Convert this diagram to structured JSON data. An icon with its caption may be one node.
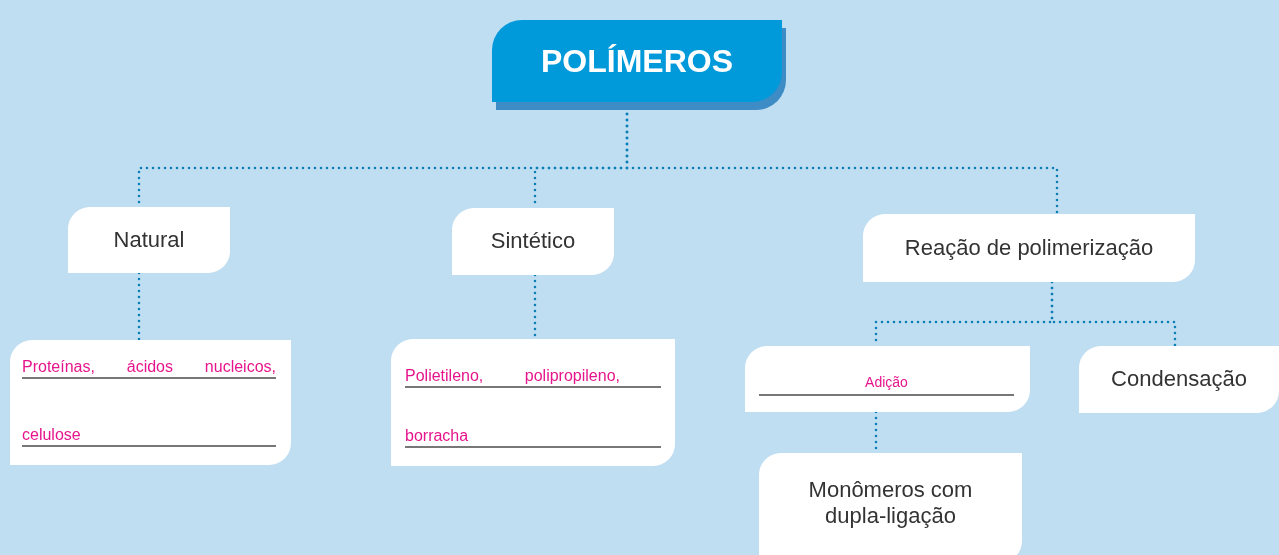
{
  "diagram": {
    "nodes": [
      {
        "text": [
          "POLÍMEROS"
        ]
      },
      {
        "text": [
          "Natural"
        ]
      },
      {
        "text": [
          "Sintético"
        ]
      },
      {
        "text": [
          "Reação de polimerização"
        ]
      },
      {
        "text": [
          "Proteínas, ácidos nucleicos, celulose"
        ]
      },
      {
        "text": [
          "Polietileno, polipropileno, borracha"
        ]
      },
      {
        "text": [
          "Adição"
        ]
      },
      {
        "text": [
          "Condensação"
        ]
      },
      {
        "text": [
          "Monômeros com dupla-ligação"
        ]
      }
    ],
    "edges": [
      {
        "from": 0,
        "to": 1,
        "arrow": "none"
      },
      {
        "from": 0,
        "to": 2,
        "arrow": "none"
      },
      {
        "from": 0,
        "to": 3,
        "arrow": "none"
      },
      {
        "from": 1,
        "to": 4,
        "arrow": "none"
      },
      {
        "from": 2,
        "to": 5,
        "arrow": "none"
      },
      {
        "from": 3,
        "to": 6,
        "arrow": "none"
      },
      {
        "from": 3,
        "to": 7,
        "arrow": "none"
      },
      {
        "from": 6,
        "to": 8,
        "arrow": "none"
      }
    ]
  }
}
